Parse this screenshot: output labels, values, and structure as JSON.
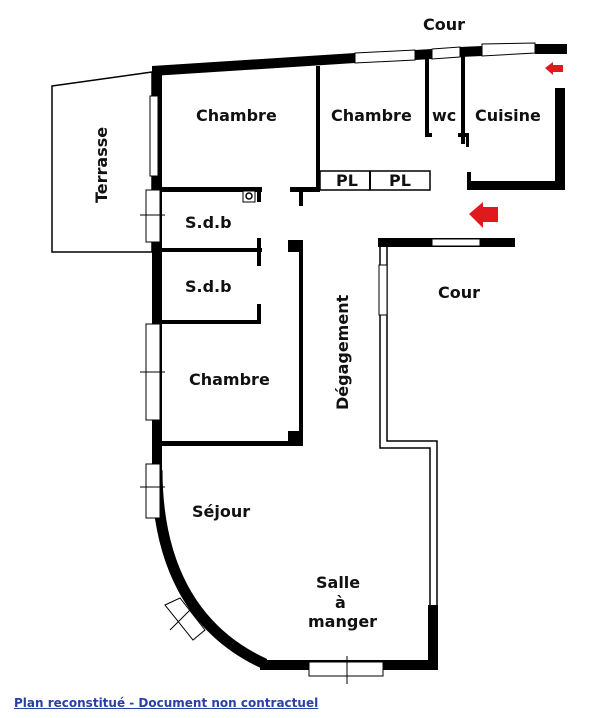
{
  "plan": {
    "labels": {
      "cour_top": "Cour",
      "cour_right": "Cour",
      "terrasse": "Terrasse",
      "chambre_1": "Chambre",
      "chambre_2": "Chambre",
      "wc": "wc",
      "cuisine": "Cuisine",
      "pl_1": "PL",
      "pl_2": "PL",
      "sdb_1": "S.d.b",
      "sdb_2": "S.d.b",
      "chambre_3": "Chambre",
      "degagement": "Dégagement",
      "sejour": "Séjour",
      "salle_1": "Salle",
      "salle_2": "à",
      "salle_3": "manger"
    },
    "arrow_color": "#e0191e"
  },
  "footer": {
    "link": "Plan reconstitué - Document non contractuel"
  }
}
